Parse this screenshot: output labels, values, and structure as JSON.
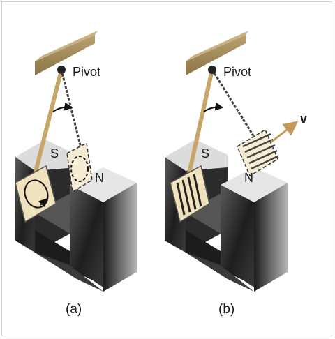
{
  "panels": [
    {
      "pivot_label": "Pivot",
      "pole_s": "S",
      "pole_n": "N",
      "caption": "(a)"
    },
    {
      "pivot_label": "Pivot",
      "pole_s": "S",
      "pole_n": "N",
      "velocity_label": "v",
      "caption": "(b)"
    }
  ],
  "colors": {
    "ceiling": "#a08a58",
    "rod": "#c7a66a",
    "plate": "#f1e2be",
    "magnet_top": "#e0e0e0",
    "magnet_face": "#2c2c2c",
    "magnet_light": "#8a8a8a"
  }
}
